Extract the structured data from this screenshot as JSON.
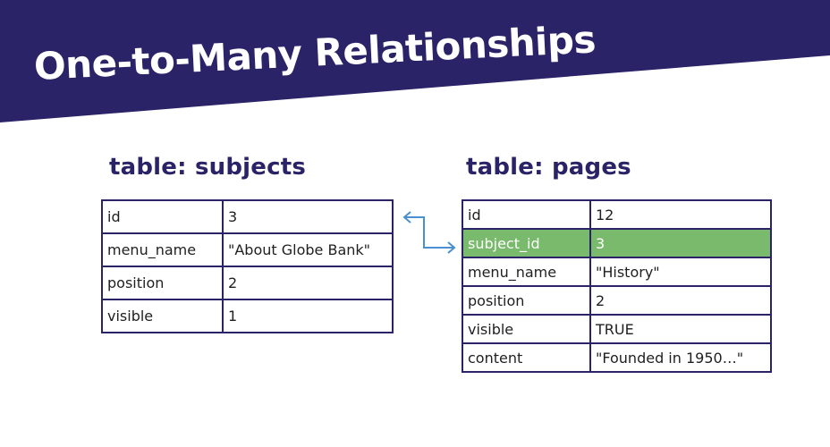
{
  "title": "One-to-Many Relationships",
  "colors": {
    "banner": "#2b2367",
    "highlight": "#79ba6c",
    "arrow": "#4a8fd0"
  },
  "subjects": {
    "title": "table: subjects",
    "rows": [
      {
        "key": "id",
        "value": "3"
      },
      {
        "key": "menu_name",
        "value": "\"About Globe Bank\""
      },
      {
        "key": "position",
        "value": "2"
      },
      {
        "key": "visible",
        "value": "1"
      }
    ]
  },
  "pages": {
    "title": "table: pages",
    "rows": [
      {
        "key": "id",
        "value": "12"
      },
      {
        "key": "subject_id",
        "value": "3"
      },
      {
        "key": "menu_name",
        "value": "\"History\""
      },
      {
        "key": "position",
        "value": "2"
      },
      {
        "key": "visible",
        "value": "TRUE"
      },
      {
        "key": "content",
        "value": "\"Founded in 1950…\""
      }
    ]
  }
}
